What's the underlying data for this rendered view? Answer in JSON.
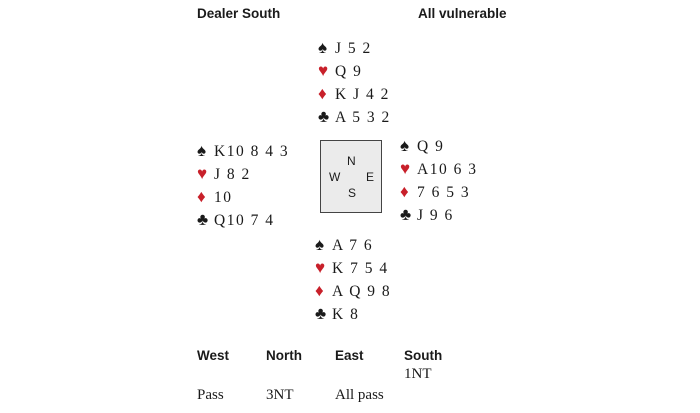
{
  "header": {
    "dealer": "Dealer South",
    "vulnerability": "All vulnerable"
  },
  "colors": {
    "red_suit": "#c8202a",
    "black_suit": "#1a1a1a"
  },
  "suits": {
    "spades": "♠",
    "hearts": "♥",
    "diamonds": "♦",
    "clubs": "♣"
  },
  "hands": {
    "north": {
      "spades": "J 5 2",
      "hearts": "Q 9",
      "diamonds": "K J 4 2",
      "clubs": "A 5 3 2"
    },
    "west": {
      "spades": "K10 8 4 3",
      "hearts": "J 8 2",
      "diamonds": "10",
      "clubs": "Q10 7 4"
    },
    "east": {
      "spades": "Q 9",
      "hearts": "A10 6 3",
      "diamonds": "7 6 5 3",
      "clubs": "J 9 6"
    },
    "south": {
      "spades": "A 7 6",
      "hearts": "K 7 5 4",
      "diamonds": "A Q 9 8",
      "clubs": "K 8"
    }
  },
  "compass": {
    "n": "N",
    "w": "W",
    "e": "E",
    "s": "S"
  },
  "auction": {
    "headers": [
      "West",
      "North",
      "East",
      "South"
    ],
    "rows": [
      [
        "",
        "",
        "",
        "1NT"
      ],
      [
        "Pass",
        "3NT",
        "All pass",
        ""
      ]
    ]
  }
}
